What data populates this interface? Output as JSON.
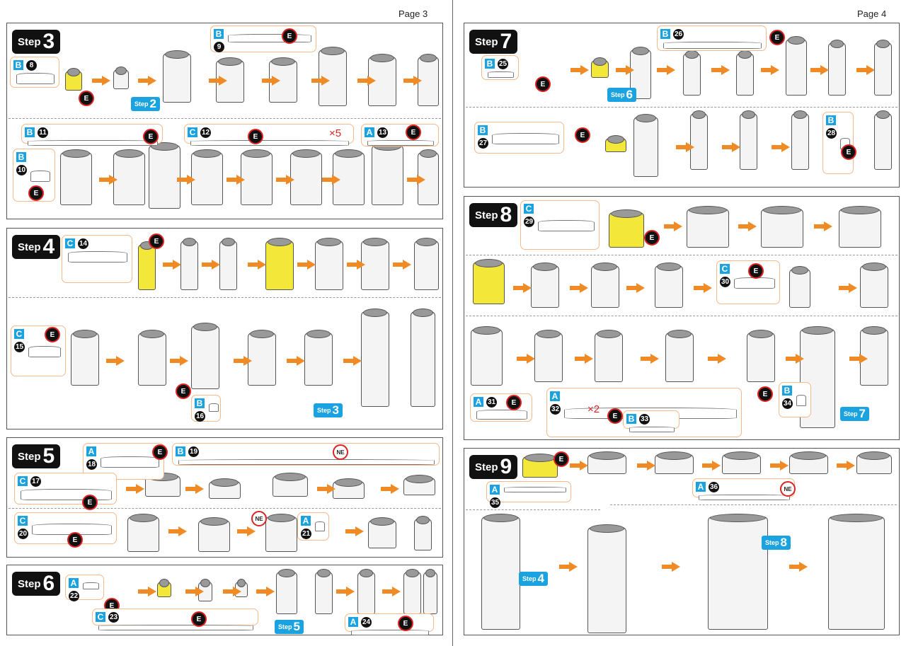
{
  "pages": [
    {
      "label": "Page 3"
    },
    {
      "label": "Page 4"
    }
  ],
  "steps": [
    {
      "word": "Step",
      "number": "3",
      "callouts": [
        {
          "sheet": "B",
          "part": "8",
          "marker": "E"
        },
        {
          "sheet": "B",
          "part": "9",
          "marker": "E"
        },
        {
          "sheet": "B",
          "part": "11",
          "marker": "E"
        },
        {
          "sheet": "B",
          "part": "10",
          "marker": "E"
        },
        {
          "sheet": "C",
          "part": "12",
          "marker": "E",
          "multiplier": "×5"
        },
        {
          "sheet": "A",
          "part": "13",
          "marker": "E"
        }
      ],
      "tags": [
        {
          "word": "Step",
          "number": "2"
        }
      ]
    },
    {
      "word": "Step",
      "number": "4",
      "callouts": [
        {
          "sheet": "C",
          "part": "14",
          "marker": "E"
        },
        {
          "sheet": "C",
          "part": "15",
          "marker": "E"
        },
        {
          "sheet": "B",
          "part": "16",
          "marker": "E"
        }
      ],
      "tags": [
        {
          "word": "Step",
          "number": "3"
        }
      ]
    },
    {
      "word": "Step",
      "number": "5",
      "callouts": [
        {
          "sheet": "A",
          "part": "18",
          "marker": "E"
        },
        {
          "sheet": "B",
          "part": "19",
          "marker": "NE"
        },
        {
          "sheet": "C",
          "part": "17",
          "marker": "E"
        },
        {
          "sheet": "C",
          "part": "20",
          "marker": "E"
        },
        {
          "sheet": "A",
          "part": "21",
          "marker": "NE"
        }
      ],
      "tags": []
    },
    {
      "word": "Step",
      "number": "6",
      "callouts": [
        {
          "sheet": "A",
          "part": "22",
          "marker": "E"
        },
        {
          "sheet": "C",
          "part": "23",
          "marker": "E"
        },
        {
          "sheet": "A",
          "part": "24",
          "marker": "E"
        }
      ],
      "tags": [
        {
          "word": "Step",
          "number": "5"
        }
      ]
    },
    {
      "word": "Step",
      "number": "7",
      "callouts": [
        {
          "sheet": "B",
          "part": "25",
          "marker": "E"
        },
        {
          "sheet": "B",
          "part": "26",
          "marker": "E"
        },
        {
          "sheet": "B",
          "part": "27",
          "marker": "E"
        },
        {
          "sheet": "B",
          "part": "28",
          "marker": "E"
        }
      ],
      "tags": [
        {
          "word": "Step",
          "number": "6"
        }
      ]
    },
    {
      "word": "Step",
      "number": "8",
      "callouts": [
        {
          "sheet": "C",
          "part": "29",
          "marker": "E"
        },
        {
          "sheet": "C",
          "part": "30",
          "marker": "E"
        },
        {
          "sheet": "A",
          "part": "31",
          "marker": "E"
        },
        {
          "sheet": "A",
          "part": "32",
          "marker": "E",
          "multiplier": "×2"
        },
        {
          "sheet": "B",
          "part": "33"
        },
        {
          "sheet": "B",
          "part": "34",
          "marker": "E"
        }
      ],
      "tags": [
        {
          "word": "Step",
          "number": "7"
        }
      ]
    },
    {
      "word": "Step",
      "number": "9",
      "callouts": [
        {
          "sheet": "A",
          "part": "35",
          "marker": "E"
        },
        {
          "sheet": "A",
          "part": "36",
          "marker": "NE"
        }
      ],
      "tags": [
        {
          "word": "Step",
          "number": "4"
        },
        {
          "word": "Step",
          "number": "8"
        }
      ]
    }
  ],
  "colors": {
    "accent_blue": "#1aa3e0",
    "arrow_orange": "#f08a24",
    "glue_yellow": "#f3e83a",
    "marker_red": "#dd2222"
  }
}
